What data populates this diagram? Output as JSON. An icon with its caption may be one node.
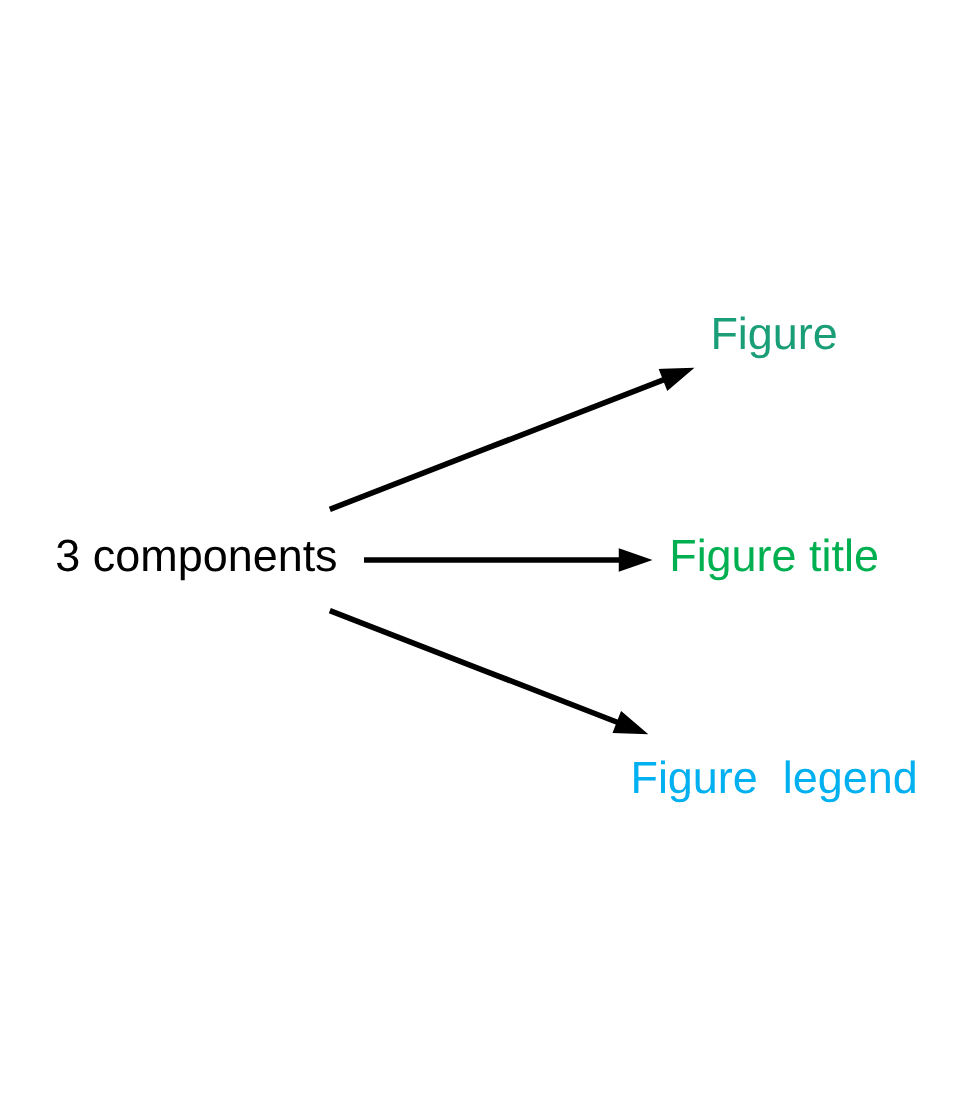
{
  "diagram": {
    "nodes": [
      {
        "text": [
          "3 components"
        ]
      },
      {
        "text": [
          "Figure"
        ]
      },
      {
        "text": [
          "Figure title"
        ]
      },
      {
        "text": [
          "Figure  legend"
        ]
      }
    ],
    "edges": [
      {
        "from": 0,
        "to": 1,
        "arrow": "to"
      },
      {
        "from": 0,
        "to": 2,
        "arrow": "to"
      },
      {
        "from": 0,
        "to": 3,
        "arrow": "to"
      }
    ]
  }
}
